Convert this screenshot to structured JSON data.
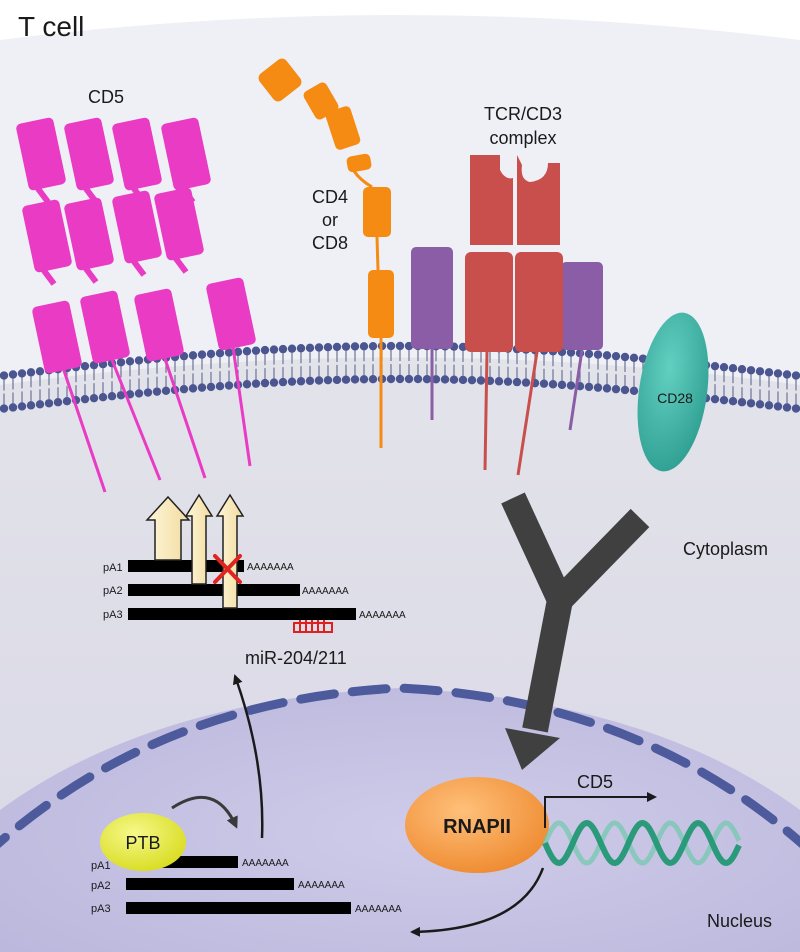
{
  "title": "T cell",
  "labels": {
    "cd5_receptor": "CD5",
    "cd4_or_cd8": [
      "CD4",
      "or",
      "CD8"
    ],
    "tcr_complex": [
      "TCR/CD3",
      "complex"
    ],
    "cd28": "CD28",
    "cytoplasm": "Cytoplasm",
    "nucleus": "Nucleus",
    "mirna": "miR-204/211",
    "rnapii": "RNAPII",
    "ptb": "PTB",
    "gene": "CD5"
  },
  "cytoplasm_transcripts": [
    {
      "name": "pA1",
      "tail": "AAAAAAA"
    },
    {
      "name": "pA2",
      "tail": "AAAAAAA"
    },
    {
      "name": "pA3",
      "tail": "AAAAAAA"
    }
  ],
  "nuclear_transcripts": [
    {
      "name": "pA1",
      "tail": "AAAAAAA"
    },
    {
      "name": "pA2",
      "tail": "AAAAAAA"
    },
    {
      "name": "pA3",
      "tail": "AAAAAAA"
    }
  ],
  "colors": {
    "cd5": "#e93bc4",
    "cd4_cd8": "#f58b12",
    "tcr": "#c94f4c",
    "cd3": "#8a5da6",
    "cd28": "#3fb8a8",
    "ptb": "#e5e82f",
    "rnapii": "#f4963a",
    "dna": "#2a9a7a",
    "nuclear_envelope": "#4d5a9c",
    "signal": "#404040",
    "mirna_site": "#e01f1f"
  }
}
